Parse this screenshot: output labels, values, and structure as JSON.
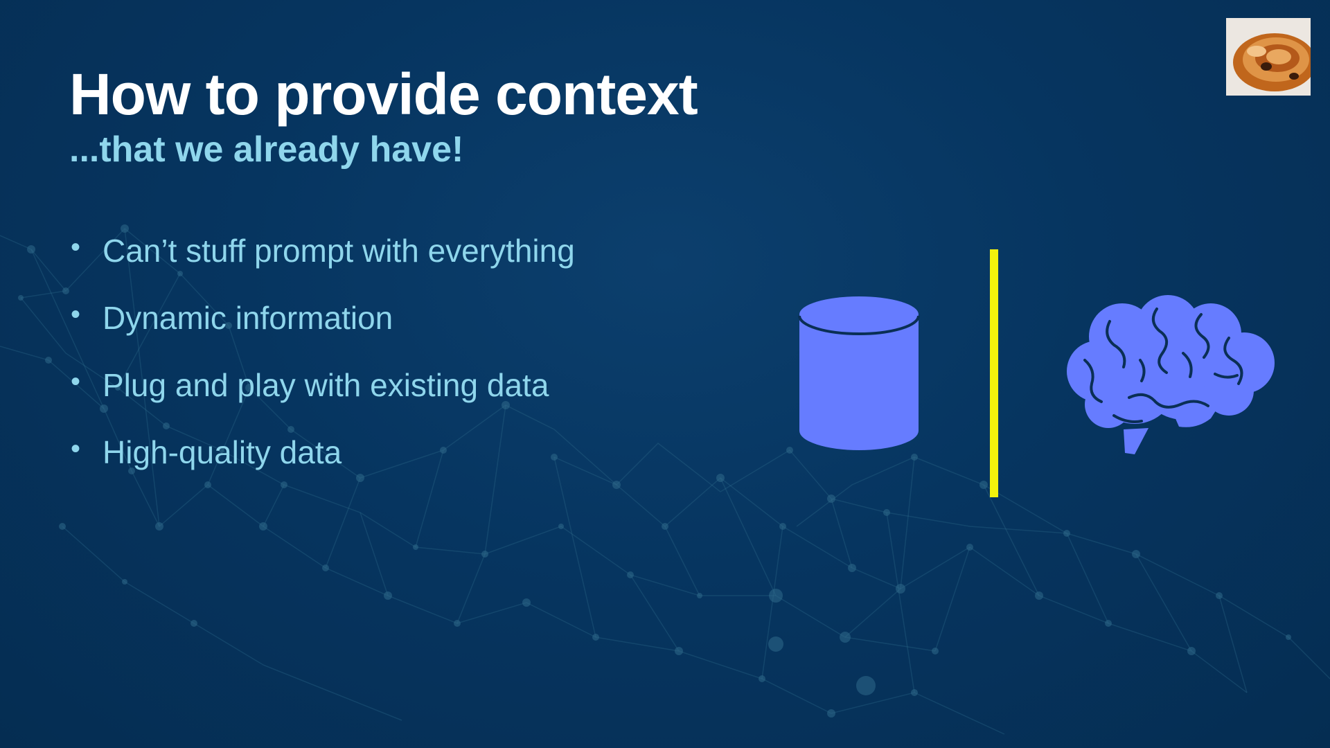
{
  "slide": {
    "title": "How to provide context",
    "subtitle": "...that we already have!",
    "bullets": [
      "Can’t stuff prompt with everything",
      "Dynamic information",
      "Plug and play with existing data",
      "High-quality data"
    ],
    "bullet_marker": "•"
  },
  "icons": {
    "left": "database-icon",
    "right": "brain-icon",
    "corner": "pastry-photo"
  },
  "colors": {
    "background": "#063560",
    "title": "#ffffff",
    "accent_text": "#8fd6ec",
    "icon_fill": "#667cff",
    "divider": "#f2f20c"
  }
}
